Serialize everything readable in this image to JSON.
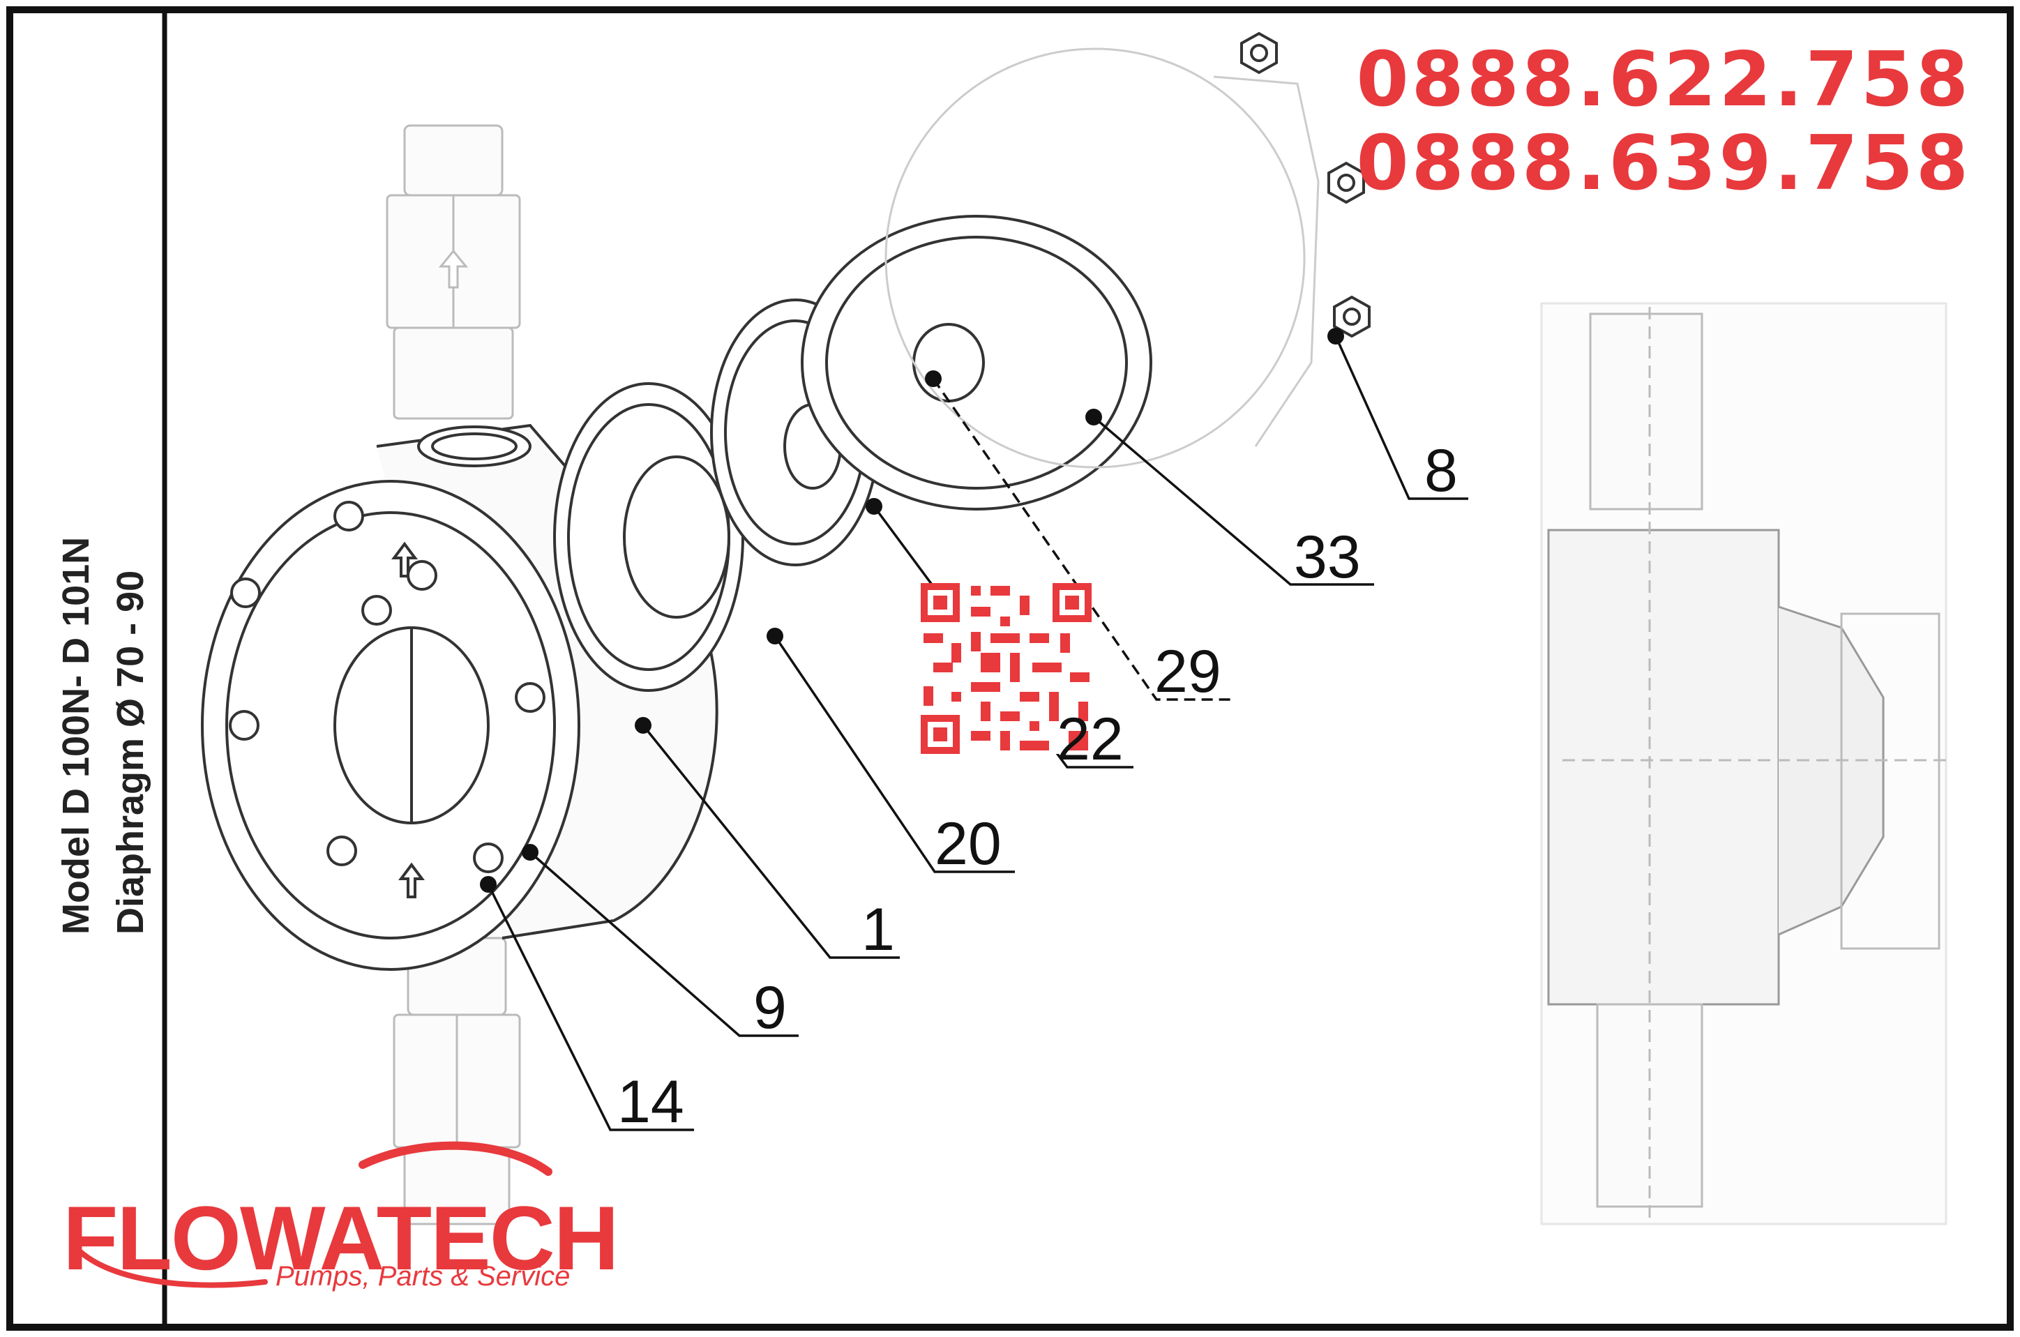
{
  "title": {
    "line1": "Model D 100N- D 101N",
    "line2": "Diaphragm Ø 70 - 90"
  },
  "contact": {
    "phone1": "0888.622.758",
    "phone2": "0888.639.758"
  },
  "brand": {
    "name": "FLOWATECH",
    "tagline": "Pumps, Parts & Service",
    "color": "#e8393d"
  },
  "parts": [
    "8",
    "33",
    "29",
    "22",
    "20",
    "1",
    "9",
    "14"
  ],
  "icons": [
    "qr-code-icon",
    "flowatech-swoosh-icon"
  ]
}
